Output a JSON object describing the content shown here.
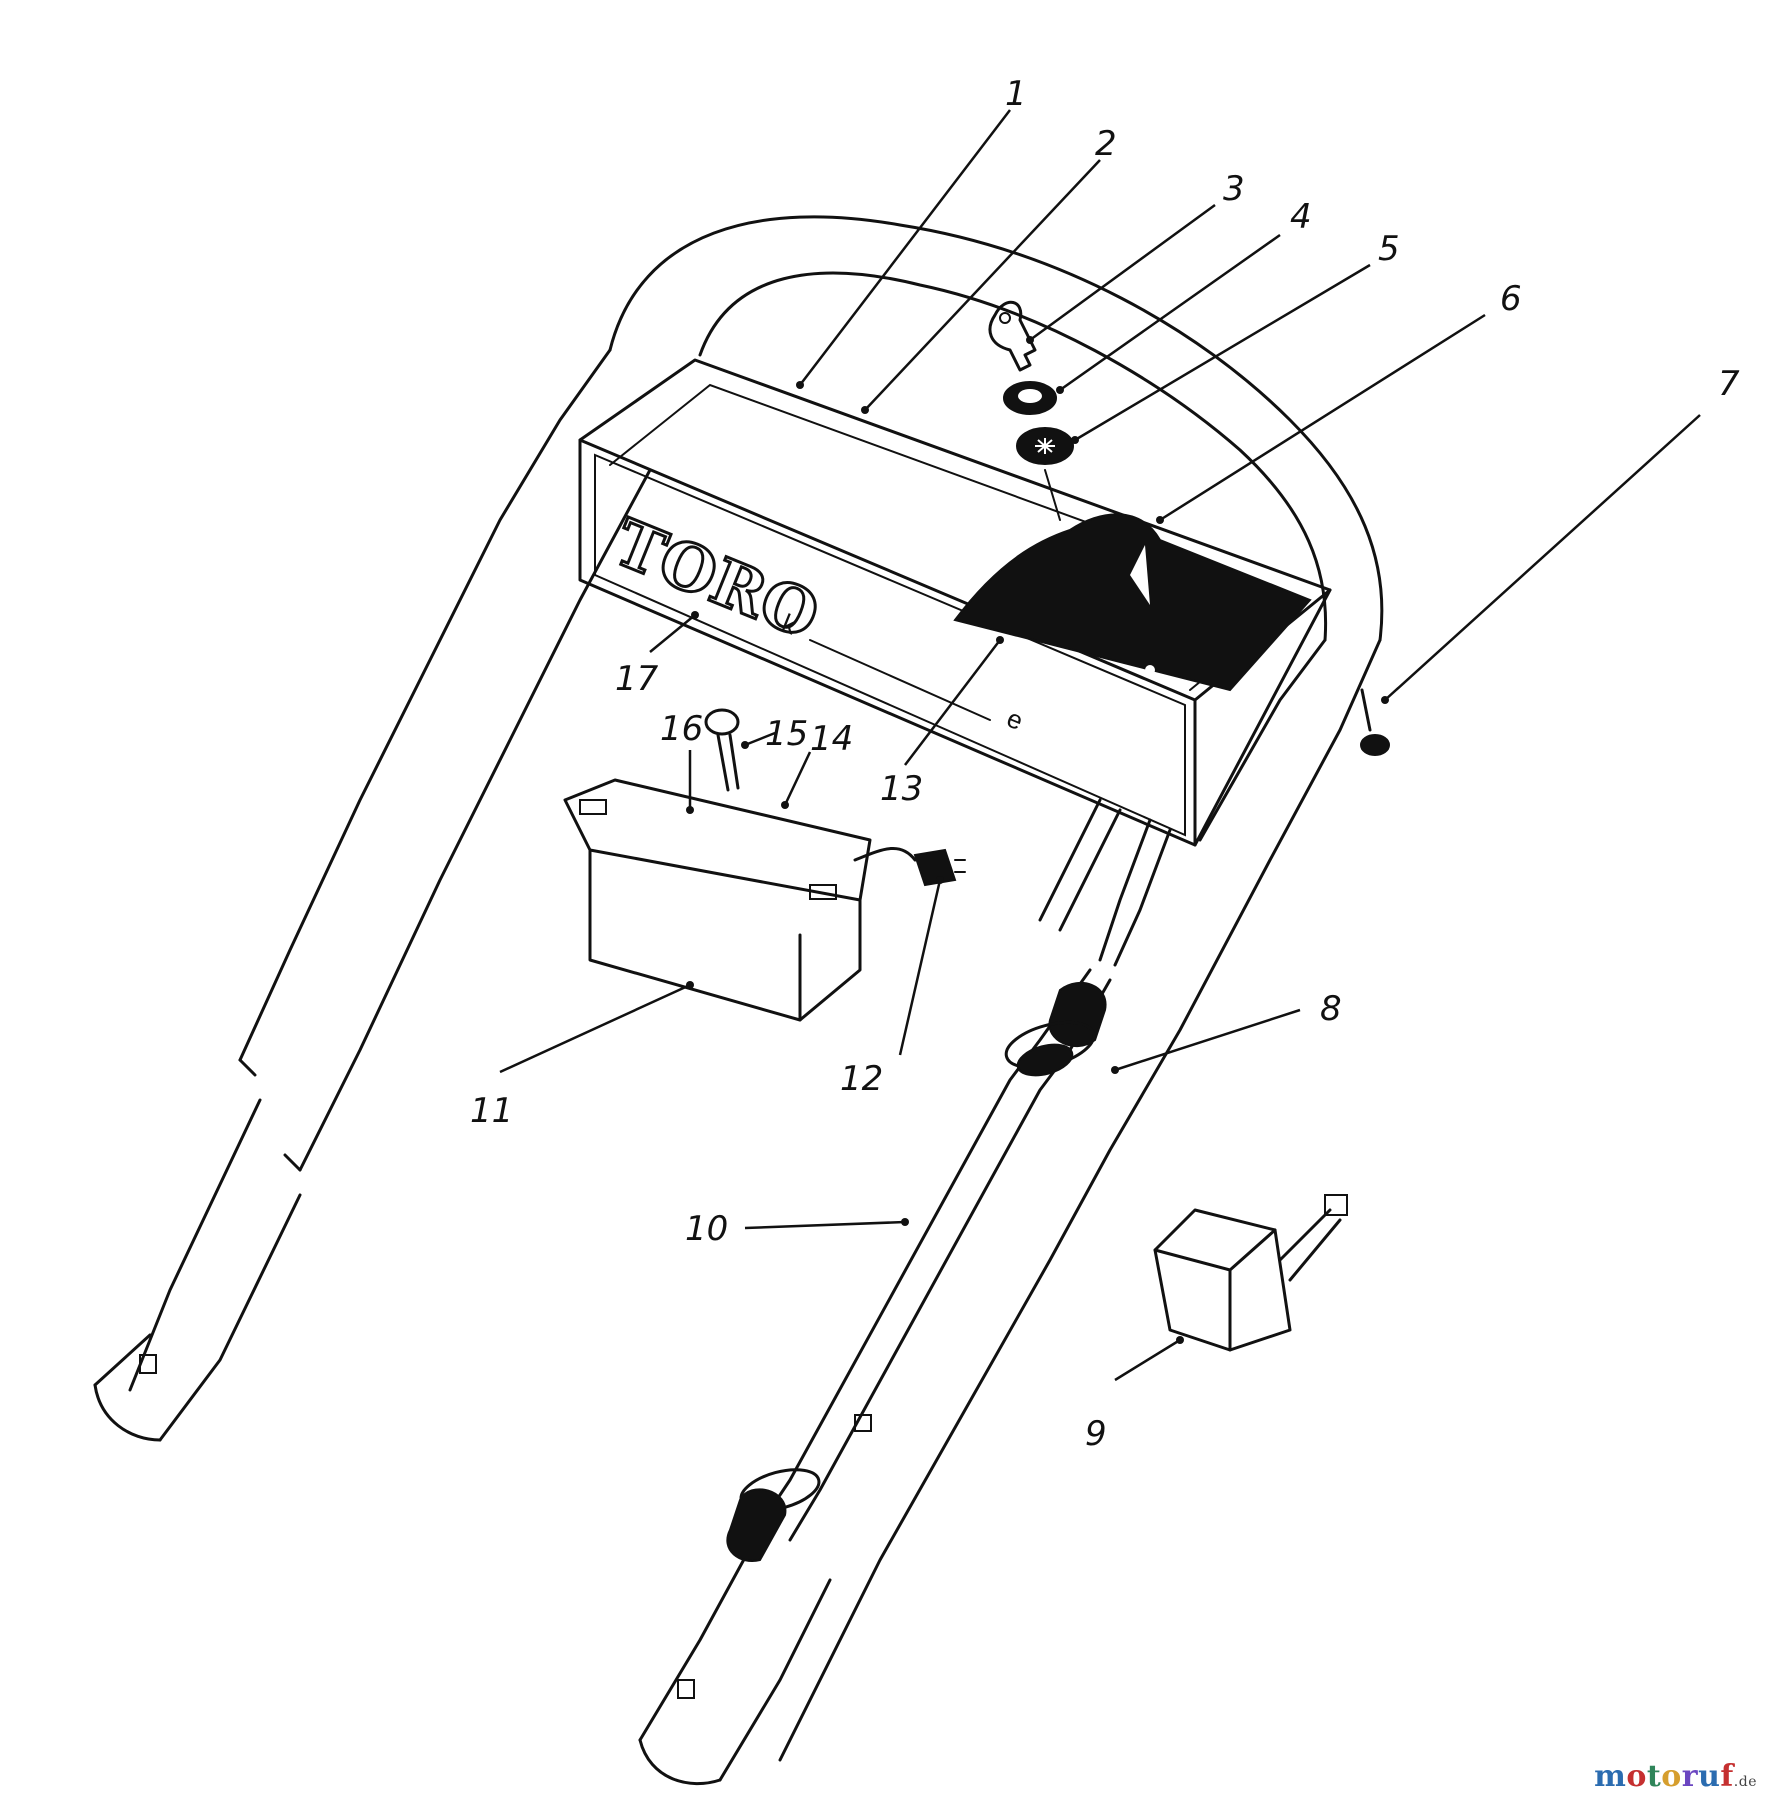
{
  "callouts": [
    "1",
    "2",
    "3",
    "4",
    "5",
    "6",
    "7",
    "8",
    "9",
    "10",
    "11",
    "12",
    "13",
    "14",
    "15",
    "16",
    "17"
  ],
  "brand_label": "TORO",
  "panel_marks": {
    "k": "k",
    "e": "e"
  },
  "watermark": {
    "main": "motoruf",
    "suffix": ".de",
    "colors": [
      "#2b6cb0",
      "#c53030",
      "#2f855a",
      "#d69e2e",
      "#6b46c1"
    ]
  }
}
